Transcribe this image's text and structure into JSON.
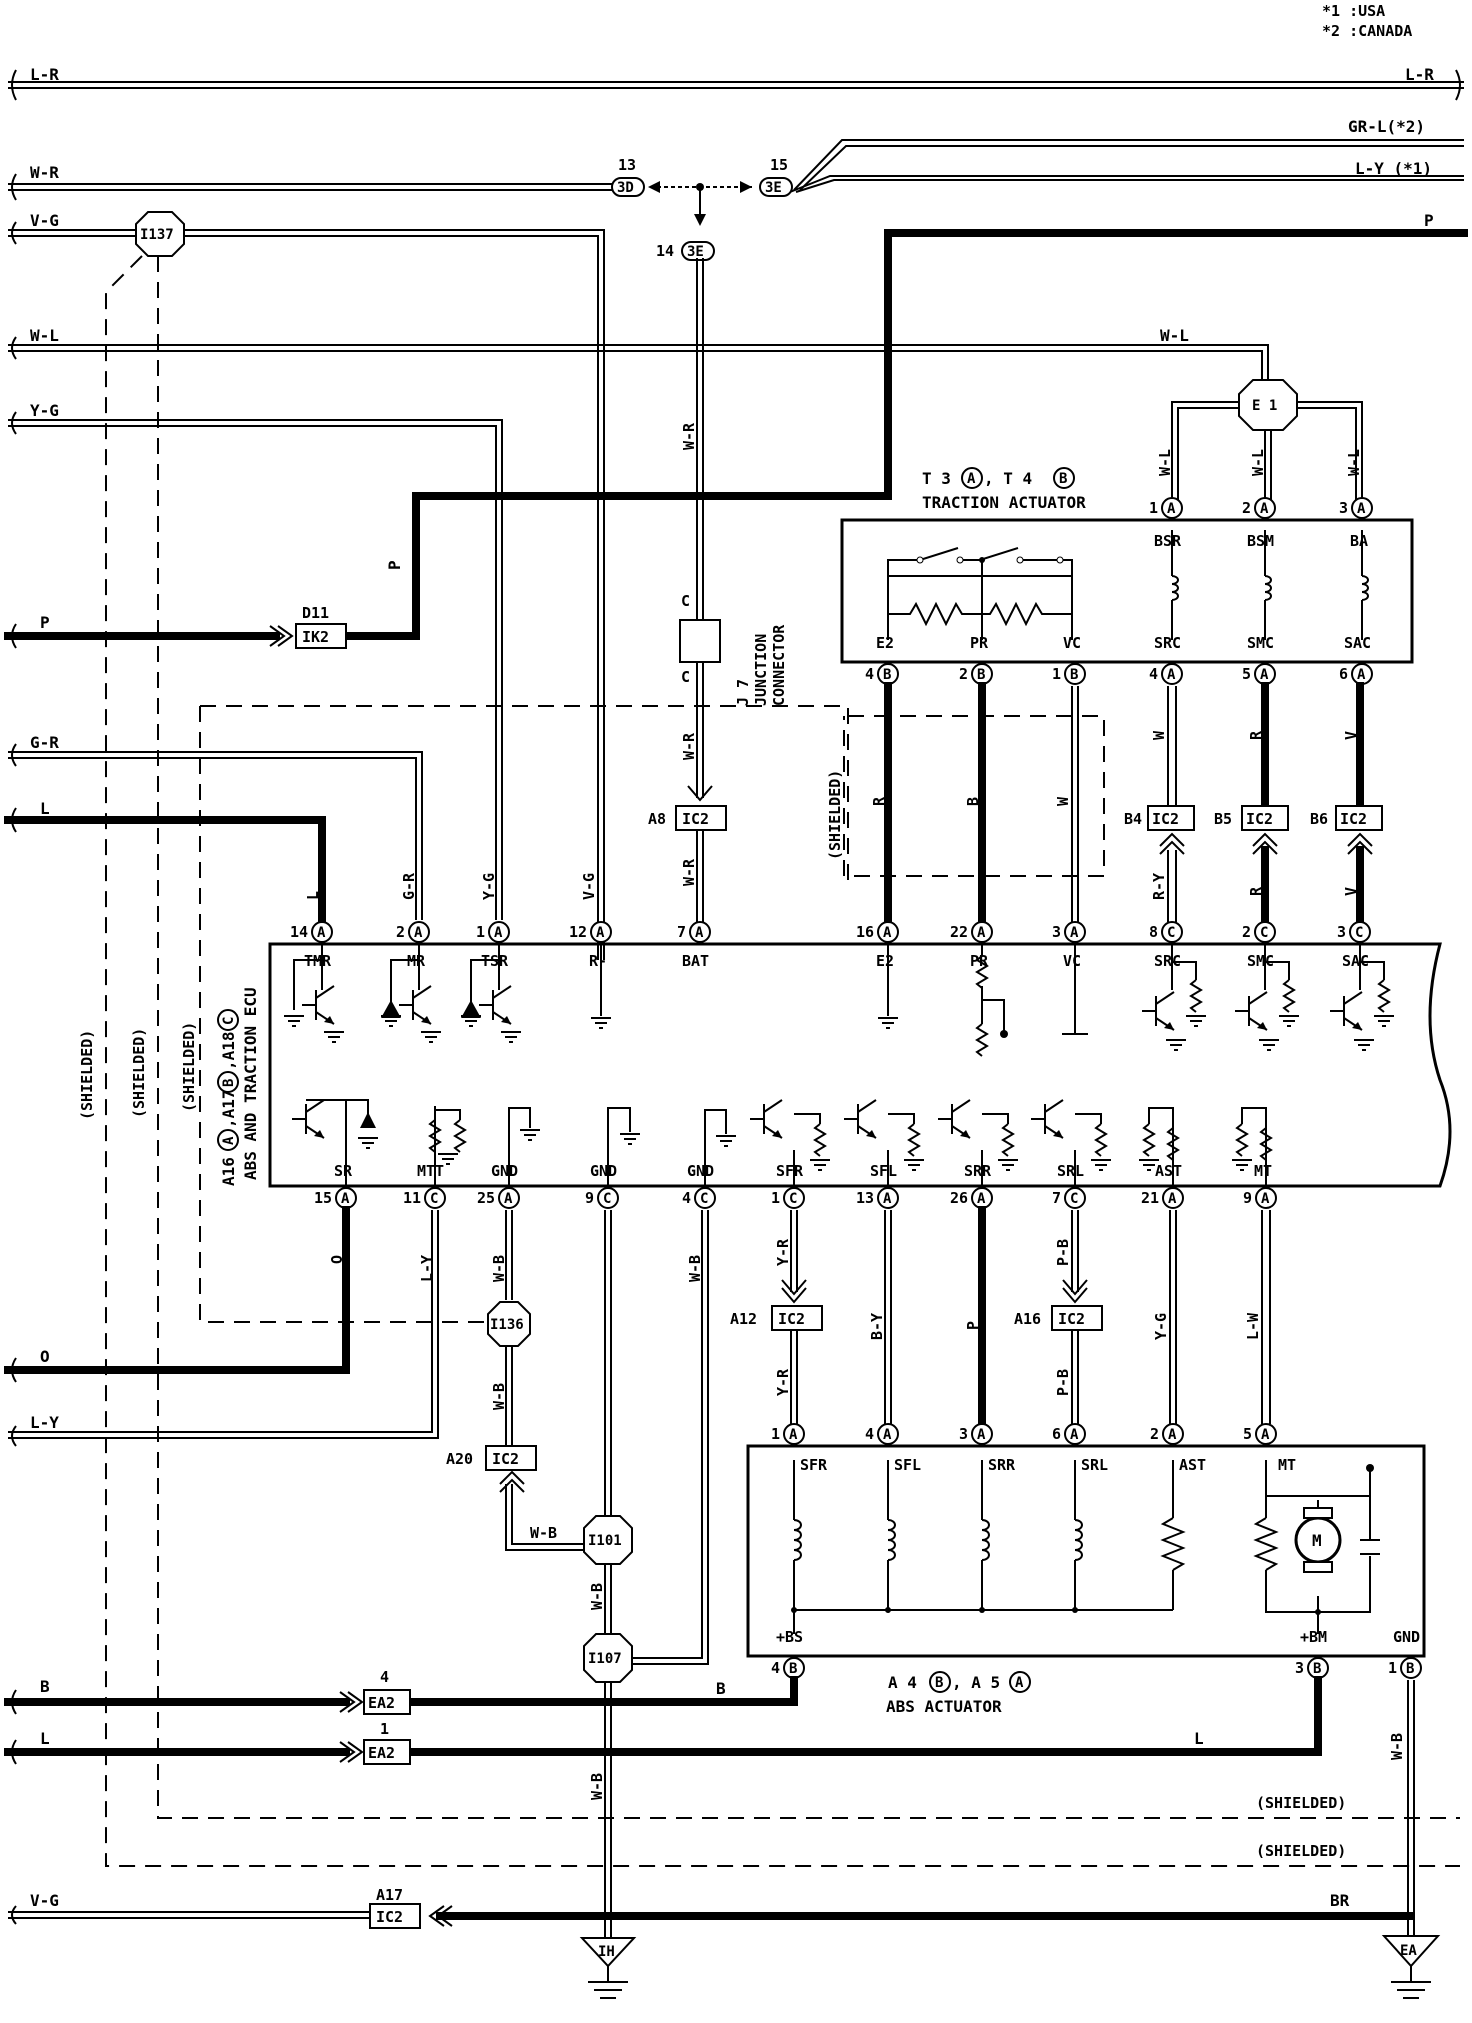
{
  "legend": {
    "note1": "*1 :USA",
    "note2": "*2 :CANADA"
  },
  "wires": {
    "lr_left": "L-R",
    "lr_right": "L-R",
    "wr": "W-R",
    "grl2": "GR-L(*2)",
    "ly1": "L-Y (*1)",
    "vg": "V-G",
    "p_right": "P",
    "wl": "W-L",
    "wl_top": "W-L",
    "yg": "Y-G",
    "p_left": "P",
    "p_vert": "P",
    "gr": "G-R",
    "l_left": "L",
    "o_left": "O",
    "ly_left": "L-Y",
    "b_left": "B",
    "l_left2": "L",
    "vg_bottom": "V-G",
    "br": "BR",
    "b_mid": "B",
    "l_mid": "L",
    "wr_vert": "W-R",
    "wr_vert2": "W-R",
    "wr_vert3": "W-R",
    "r_e2": "R",
    "b_pr": "B",
    "w_vc": "W",
    "w_src": "W",
    "r_smc": "R",
    "v_sac": "V",
    "ry_src": "R-Y",
    "r_smc2": "R",
    "v_sac2": "V",
    "l_tmr": "L",
    "gr_mr": "G-R",
    "yg_tsr": "Y-G",
    "vg_r": "V-G",
    "o_sr": "O",
    "ly_mtt": "L-Y",
    "wb_gnd1": "W-B",
    "wb_gnd3": "W-B",
    "yr_sfr": "Y-R",
    "by_sfl": "B-Y",
    "p_srr": "P",
    "pb_srl": "P-B",
    "yg_ast": "Y-G",
    "lw_mt": "L-W",
    "yr_sfr2": "Y-R",
    "pb_srl2": "P-B",
    "wb_a": "W-B",
    "wb_b": "W-B",
    "wb_c": "W-B",
    "wb_d": "W-B",
    "wb_e": "W-B"
  },
  "shielded": {
    "text": "(SHIELDED)"
  },
  "connectors": {
    "c13": "13",
    "c15": "15",
    "c14": "14",
    "j3d": "3D",
    "j3e_a": "3E",
    "j3e_b": "3E",
    "i137": "I137",
    "e1": "E 1",
    "i136": "I136",
    "i101": "I101",
    "i107": "I107",
    "d11": "D11",
    "ik2": "IK2",
    "a8": "A8",
    "ic2": "IC2",
    "b4": "B4",
    "b5": "B5",
    "b6": "B6",
    "a12": "A12",
    "a16": "A16",
    "a20": "A20",
    "ea2": "EA2",
    "ea2_4": "4",
    "ea2_1": "1",
    "a17": "A17",
    "ih": "IH",
    "ea": "EA"
  },
  "traction_actuator": {
    "title_a": "T 3",
    "title_b": ", T 4",
    "circle_a": "A",
    "circle_b": "B",
    "name": "TRACTION ACTUATOR",
    "pins_top": [
      {
        "n": "1",
        "c": "A",
        "t": "BSR"
      },
      {
        "n": "2",
        "c": "A",
        "t": "BSM"
      },
      {
        "n": "3",
        "c": "A",
        "t": "BA"
      }
    ],
    "pins_bottom": [
      {
        "n": "4",
        "c": "B",
        "t": "E2"
      },
      {
        "n": "2",
        "c": "B",
        "t": "PR"
      },
      {
        "n": "1",
        "c": "B",
        "t": "VC"
      },
      {
        "n": "4",
        "c": "A",
        "t": "SRC"
      },
      {
        "n": "5",
        "c": "A",
        "t": "SMC"
      },
      {
        "n": "6",
        "c": "A",
        "t": "SAC"
      }
    ]
  },
  "junction": {
    "line1": "J 7",
    "line2": "JUNCTION",
    "line3": "CONNECTOR",
    "pin": "C"
  },
  "ecu": {
    "side1": "A16",
    "side2": ",A17",
    "side3": ",A18",
    "side_c1": "A",
    "side_c2": "B",
    "side_c3": "C",
    "side_name": "ABS AND TRACTION ECU",
    "top": [
      {
        "n": "14",
        "c": "A",
        "t": "TMR"
      },
      {
        "n": "2",
        "c": "A",
        "t": "MR"
      },
      {
        "n": "1",
        "c": "A",
        "t": "TSR"
      },
      {
        "n": "12",
        "c": "A",
        "t": "R-"
      },
      {
        "n": "7",
        "c": "A",
        "t": "BAT"
      },
      {
        "n": "16",
        "c": "A",
        "t": "E2"
      },
      {
        "n": "22",
        "c": "A",
        "t": "PR"
      },
      {
        "n": "3",
        "c": "A",
        "t": "VC"
      },
      {
        "n": "8",
        "c": "C",
        "t": "SRC"
      },
      {
        "n": "2",
        "c": "C",
        "t": "SMC"
      },
      {
        "n": "3",
        "c": "C",
        "t": "SAC"
      }
    ],
    "bottom": [
      {
        "n": "15",
        "c": "A",
        "t": "SR"
      },
      {
        "n": "11",
        "c": "C",
        "t": "MTT"
      },
      {
        "n": "25",
        "c": "A",
        "t": "GND"
      },
      {
        "n": "9",
        "c": "C",
        "t": "GND"
      },
      {
        "n": "4",
        "c": "C",
        "t": "GND"
      },
      {
        "n": "1",
        "c": "C",
        "t": "SFR"
      },
      {
        "n": "13",
        "c": "A",
        "t": "SFL"
      },
      {
        "n": "26",
        "c": "A",
        "t": "SRR"
      },
      {
        "n": "7",
        "c": "C",
        "t": "SRL"
      },
      {
        "n": "21",
        "c": "A",
        "t": "AST"
      },
      {
        "n": "9",
        "c": "A",
        "t": "MT"
      }
    ]
  },
  "shield_label": "(SHIELDED)",
  "abs_actuator": {
    "title_a": "A 4",
    "title_b": ", A 5",
    "circle_a": "B",
    "circle_b": "A",
    "name": "ABS ACTUATOR",
    "pins_top": [
      {
        "n": "1",
        "c": "A",
        "t": "SFR"
      },
      {
        "n": "4",
        "c": "A",
        "t": "SFL"
      },
      {
        "n": "3",
        "c": "A",
        "t": "SRR"
      },
      {
        "n": "6",
        "c": "A",
        "t": "SRL"
      },
      {
        "n": "2",
        "c": "A",
        "t": "AST"
      },
      {
        "n": "5",
        "c": "A",
        "t": "MT"
      }
    ],
    "pins_bottom": [
      {
        "n": "4",
        "c": "B",
        "t": "+BS"
      },
      {
        "n": "3",
        "c": "B",
        "t": "+BM"
      },
      {
        "n": "1",
        "c": "B",
        "t": "GND"
      }
    ],
    "motor": "M"
  }
}
